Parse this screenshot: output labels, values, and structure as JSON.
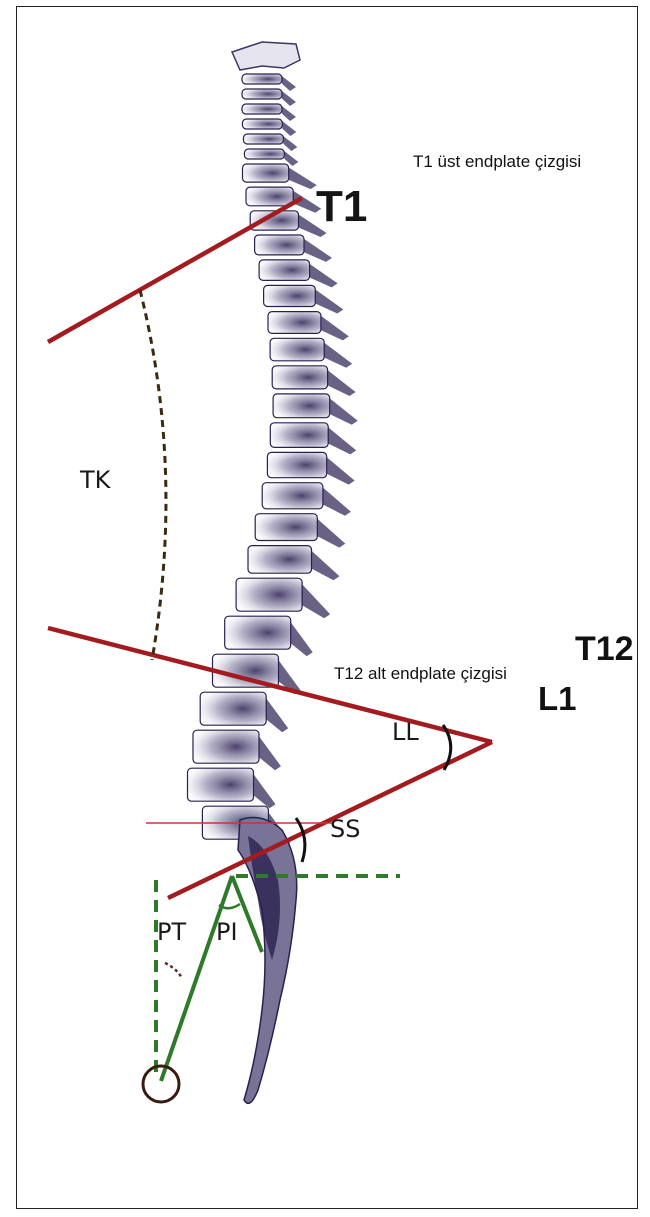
{
  "figure": {
    "vertebra_labels": {
      "t1": "T1",
      "t12": "T12",
      "l1": "L1"
    },
    "line_captions": {
      "t1_upper_endplate": "T1 üst endplate çizgisi",
      "t12_lower_endplate": "T12 alt endplate çizgisi"
    },
    "angle_labels": {
      "thoracic_kyphosis": "TK",
      "lumbar_lordosis": "LL",
      "sacral_slope": "SS",
      "pelvic_tilt": "PT",
      "pelvic_incidence": "PI"
    }
  },
  "colors": {
    "reference_lines": "#a31b1f",
    "pelvic_lines": "#2e7a2a",
    "dashed_arc": "#3a2a10",
    "bone_shade": "#2a2050",
    "bone_light": "#ecebf3"
  }
}
